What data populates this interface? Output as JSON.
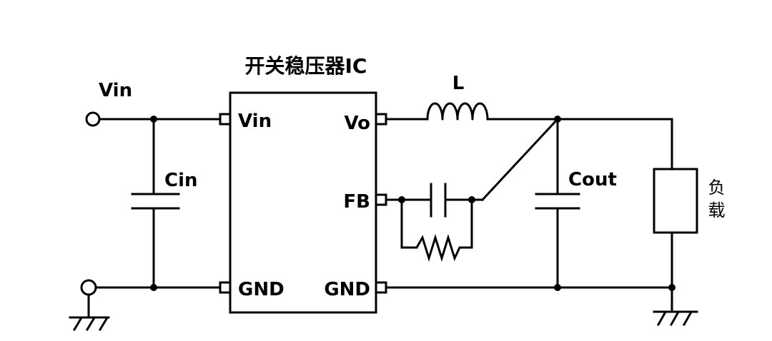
{
  "title": "开关稳压器IC",
  "input_terminal": {
    "label": "Vin"
  },
  "ic": {
    "pins": {
      "vin": "Vin",
      "gnd_left": "GND",
      "vo": "Vo",
      "fb": "FB",
      "gnd_right": "GND"
    }
  },
  "components": {
    "inductor": "L",
    "input_capacitor": "Cin",
    "output_capacitor": "Cout",
    "load": "负载"
  },
  "colors": {
    "line": "#000000",
    "background": "#ffffff"
  }
}
